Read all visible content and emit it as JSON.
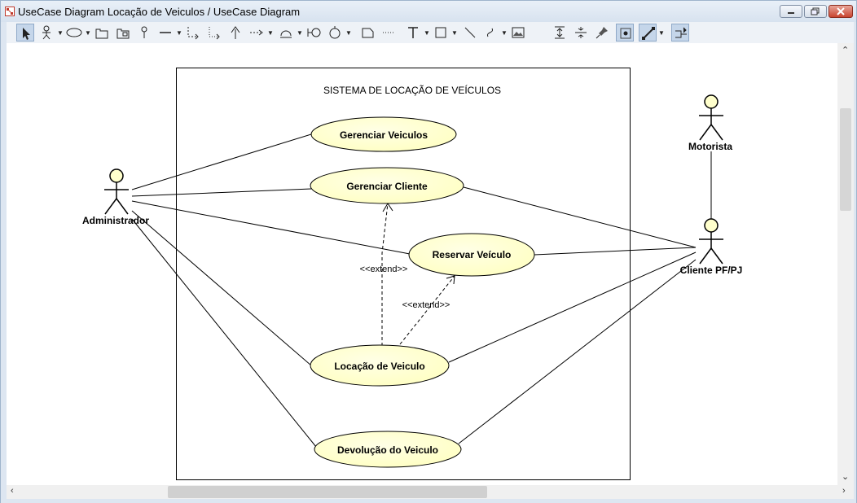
{
  "window": {
    "title": "UseCase Diagram Locação de Veiculos / UseCase Diagram"
  },
  "toolbar": {
    "tools": [
      "select-arrow-icon",
      "actor-icon",
      "ellipse-usecase-icon",
      "package-icon",
      "subsystem-icon",
      "pin-icon",
      "association-icon",
      "extend-icon",
      "include-icon",
      "generalization-icon",
      "dependency-icon",
      "interface-icon",
      "realization-icon",
      "circle-icon",
      "note-icon",
      "note-anchor-icon",
      "text-icon",
      "rectangle-icon",
      "line-icon",
      "freehand-icon",
      "image-icon",
      "align-vertical-icon",
      "align-horizontal-icon",
      "pin-tool-icon",
      "snap-point-icon",
      "connector-icon",
      "layout-icon"
    ]
  },
  "diagram": {
    "system_title": "SISTEMA DE LOCAÇÃO DE VEÍCULOS",
    "actors": {
      "admin": "Administrador",
      "motorista": "Motorista",
      "cliente": "Cliente PF/PJ"
    },
    "usecases": {
      "gerenciar_veiculos": "Gerenciar Veiculos",
      "gerenciar_cliente": "Gerenciar Cliente",
      "reservar_veiculo": "Reservar Veículo",
      "locacao_veiculo": "Locação de Veiculo",
      "devolucao_veiculo": "Devolução do Veiculo"
    },
    "relations": {
      "extend_1": "<<extend>>",
      "extend_2": "<<extend>>"
    }
  },
  "colors": {
    "usecase_fill": "#ffffcc",
    "actor_fill": "#ffffcc",
    "line": "#000000"
  }
}
